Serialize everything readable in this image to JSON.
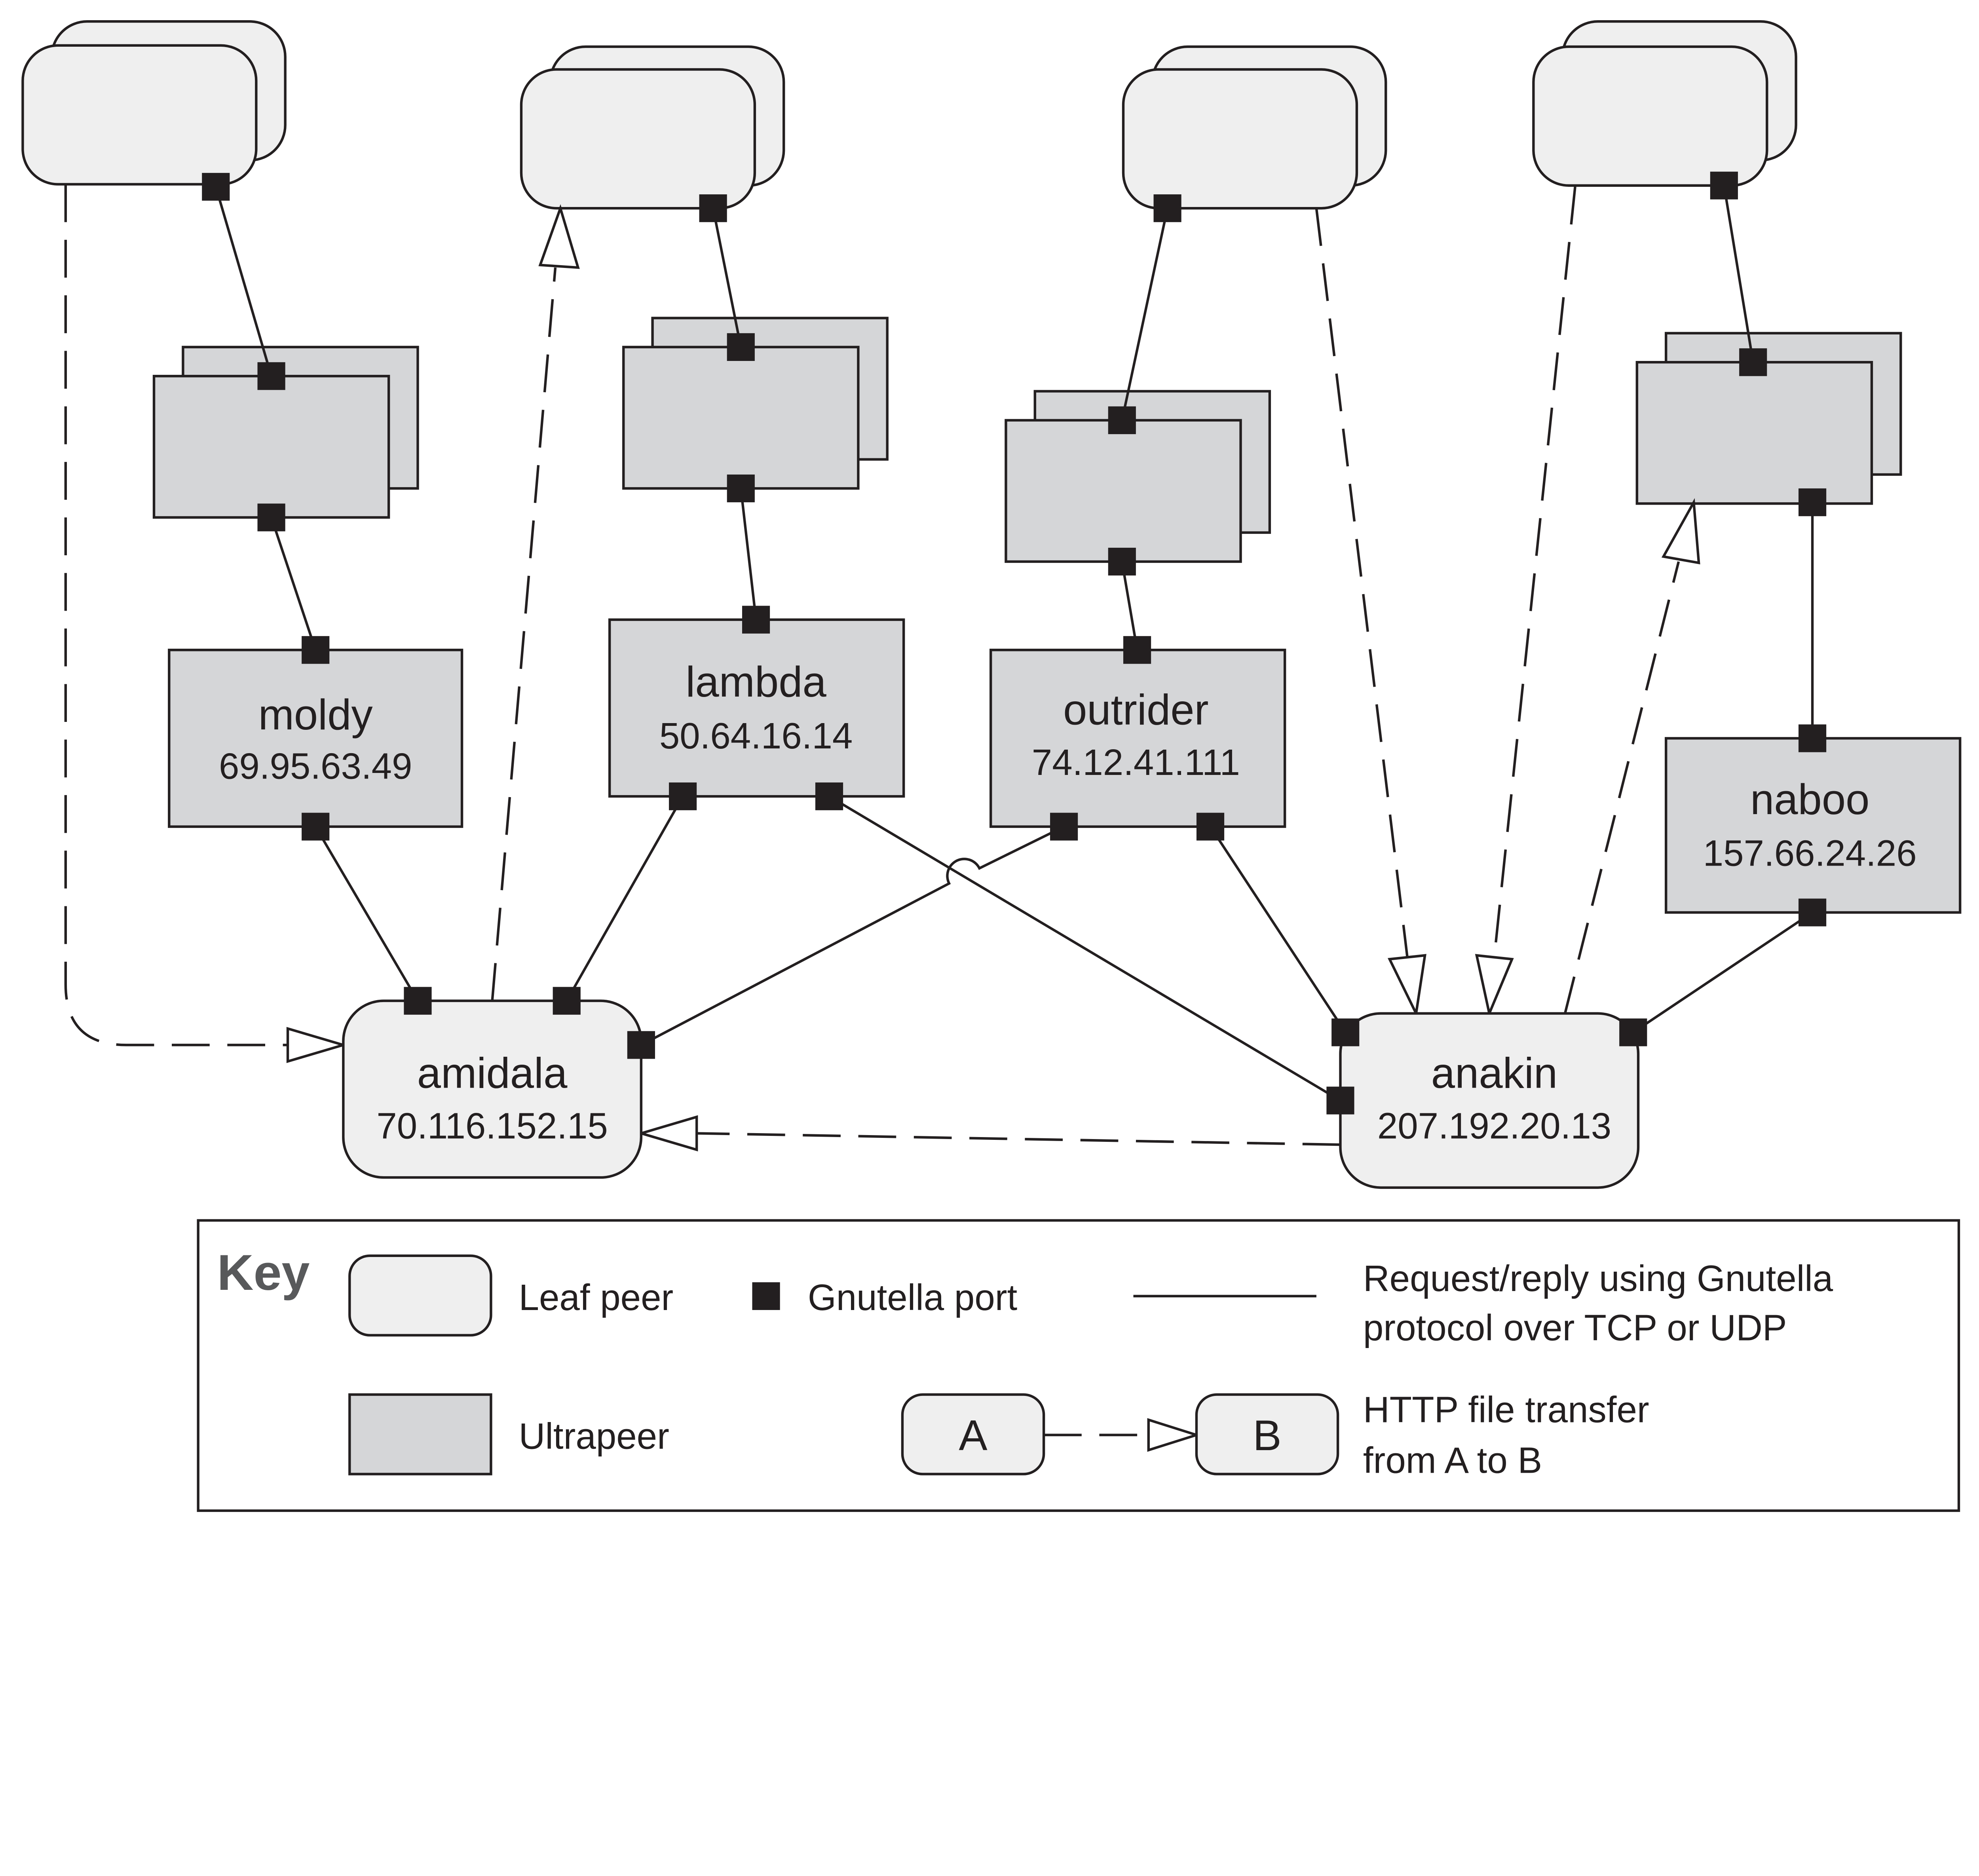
{
  "nodes": {
    "moldy": {
      "name": "moldy",
      "ip": "69.95.63.49"
    },
    "lambda": {
      "name": "lambda",
      "ip": "50.64.16.14"
    },
    "outrider": {
      "name": "outrider",
      "ip": "74.12.41.111"
    },
    "naboo": {
      "name": "naboo",
      "ip": "157.66.24.26"
    },
    "amidala": {
      "name": "amidala",
      "ip": "70.116.152.15"
    },
    "anakin": {
      "name": "anakin",
      "ip": "207.192.20.13"
    }
  },
  "key": {
    "title": "Key",
    "leaf_peer": "Leaf peer",
    "gnutella_port": "Gnutella port",
    "request_reply_line1": "Request/reply using Gnutella",
    "request_reply_line2": "protocol over TCP or UDP",
    "ultrapeer": "Ultrapeer",
    "a_label": "A",
    "b_label": "B",
    "http_line1": "HTTP file transfer",
    "http_line2": "from A to B"
  },
  "colors": {
    "leaf_fill": "#efefef",
    "ultrapeer_fill": "#d5d6d8",
    "ink": "#231f20"
  }
}
